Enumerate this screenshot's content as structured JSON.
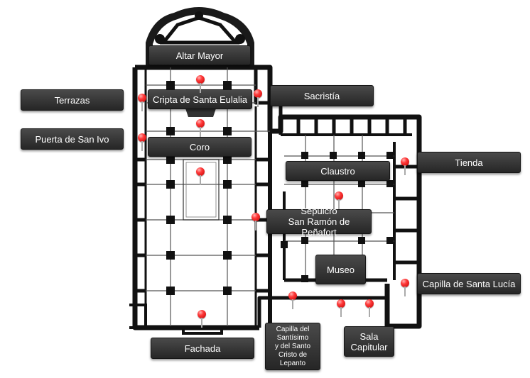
{
  "map": {
    "labels": {
      "altar_mayor": "Altar Mayor",
      "cripta": "Cripta de Santa Eulalia",
      "terrazas": "Terrazas",
      "sacristia": "Sacristía",
      "puerta_san_ivo": "Puerta de San Ivo",
      "coro": "Coro",
      "tienda": "Tienda",
      "claustro": "Claustro",
      "sepulcro": [
        "Sepulcro",
        "San Ramón de Peñafort"
      ],
      "museo": "Museo",
      "capilla_santa_lucia": "Capilla de Santa Lucía",
      "fachada": "Fachada",
      "capilla_santisimo": [
        "Capilla del",
        "Santísimo",
        "y del Santo",
        "Cristo de",
        "Lepanto"
      ],
      "sala_capitular": [
        "Sala",
        "Capitular"
      ]
    },
    "colors": {
      "wall": "#111111",
      "label_bg": "#333333",
      "label_text": "#ffffff",
      "pin": "#e01010"
    },
    "icons": [
      "map-pin-icon"
    ]
  }
}
